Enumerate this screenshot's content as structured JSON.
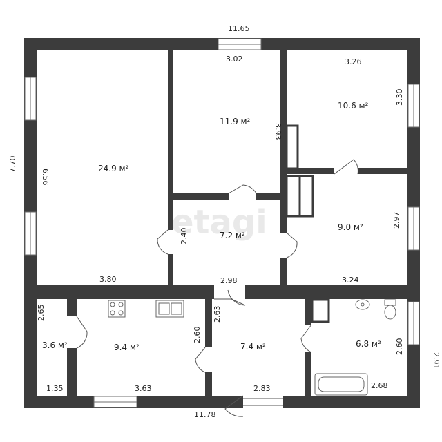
{
  "watermark": "etagi",
  "overall": {
    "top_width": "11.65",
    "bottom_width": "11.78",
    "left_height": "7.70",
    "right_height": "2.91"
  },
  "rooms": [
    {
      "id": "living",
      "area": "24.9 м²",
      "dims": [
        "6.56",
        "3.80"
      ]
    },
    {
      "id": "bedroom-top-middle",
      "area": "11.9 м²",
      "dims": [
        "3.02",
        "3.93"
      ]
    },
    {
      "id": "bedroom-top-right",
      "area": "10.6 м²",
      "dims": [
        "3.26",
        "3.30"
      ]
    },
    {
      "id": "hall",
      "area": "7.2 м²",
      "dims": [
        "2.40",
        "2.98"
      ]
    },
    {
      "id": "room-right-middle",
      "area": "9.0 м²",
      "dims": [
        "2.97",
        "3.24"
      ]
    },
    {
      "id": "storage",
      "area": "3.6 м²",
      "dims": [
        "2.65",
        "1.35"
      ]
    },
    {
      "id": "kitchen",
      "area": "9.4  м²",
      "dims": [
        "3.63",
        "2.60"
      ]
    },
    {
      "id": "corridor",
      "area": "7.4 м²",
      "dims": [
        "2.63",
        "2.83"
      ]
    },
    {
      "id": "bathroom",
      "area": "6.8 м²",
      "dims": [
        "2.60",
        "2.68"
      ]
    }
  ]
}
